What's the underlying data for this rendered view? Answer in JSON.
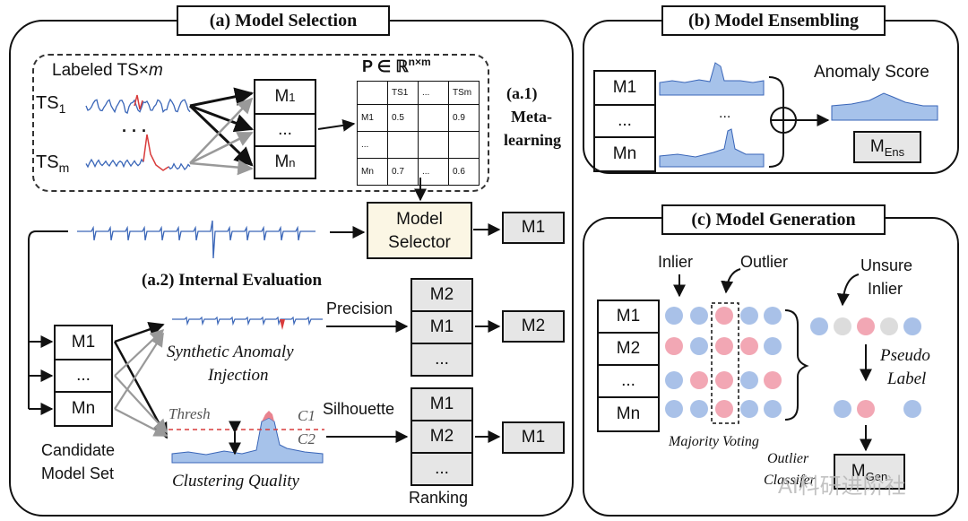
{
  "panel_a": {
    "title": "(a)  Model Selection",
    "labeled_ts": "Labeled TS×",
    "labeled_m": "m",
    "ts1_main": "TS",
    "ts1_sub": "1",
    "tsm_main": "TS",
    "tsm_sub": "m",
    "ellipsis": "· · ·",
    "models": [
      {
        "main": "M",
        "sub": "1"
      },
      {
        "main": "...",
        "sub": ""
      },
      {
        "main": "M",
        "sub": "n"
      }
    ],
    "matrix_label": "P ∈ ℝ",
    "matrix_sup": "n×m",
    "matrix": {
      "header": [
        "",
        "TS1",
        "...",
        "TSm"
      ],
      "rows": [
        [
          "M1",
          "0.5",
          "",
          "0.9"
        ],
        [
          "...",
          "",
          "",
          ""
        ],
        [
          "Mn",
          "0.7",
          "...",
          "0.6"
        ]
      ]
    },
    "meta_label_1": "(a.1)",
    "meta_label_2": "Meta-",
    "meta_label_3": "learning",
    "model_selector_1": "Model",
    "model_selector_2": "Selector",
    "selector_output": "M1",
    "internal_eval": "(a.2) Internal Evaluation",
    "candidates": [
      "M1",
      "...",
      "Mn"
    ],
    "candidate_label_1": "Candidate",
    "candidate_label_2": "Model Set",
    "synthetic_1": "Synthetic Anomaly",
    "synthetic_2": "Injection",
    "precision": "Precision",
    "precision_rank": [
      "M2",
      "M1",
      "..."
    ],
    "precision_output": "M2",
    "thresh": "Thresh",
    "c1": "C1",
    "c2": "C2",
    "clustering": "Clustering Quality",
    "silhouette": "Silhouette",
    "silhouette_rank": [
      "M1",
      "M2",
      "..."
    ],
    "silhouette_output": "M1",
    "ranking": "Ranking"
  },
  "panel_b": {
    "title": "(b)  Model Ensembling",
    "models": [
      "M1",
      "...",
      "Mn"
    ],
    "ellipsis": "...",
    "anomaly_score": "Anomaly Score",
    "ens_main": "M",
    "ens_sub": "Ens"
  },
  "panel_c": {
    "title": "(c)  Model Generation",
    "inlier": "Inlier",
    "outlier": "Outlier",
    "unsure_1": "Unsure",
    "unsure_2": "Inlier",
    "models": [
      "M1",
      "M2",
      "...",
      "Mn"
    ],
    "pseudo_1": "Pseudo",
    "pseudo_2": "Label",
    "majority": "Majority Voting",
    "outlier_cls_1": "Outlier",
    "outlier_cls_2": "Classifer",
    "gen_main": "M",
    "gen_sub": "Gen"
  },
  "watermark": "AI科研进阶社",
  "colors": {
    "blue_dot": "#a9c1e8",
    "pink_dot": "#f2a7b4",
    "gray_dot": "#dcdcdc",
    "signal": "#3a66b8",
    "anomaly_red": "#d93b3b",
    "selector_fill": "#fbf6e4",
    "score_fill": "#a6c2ea"
  }
}
